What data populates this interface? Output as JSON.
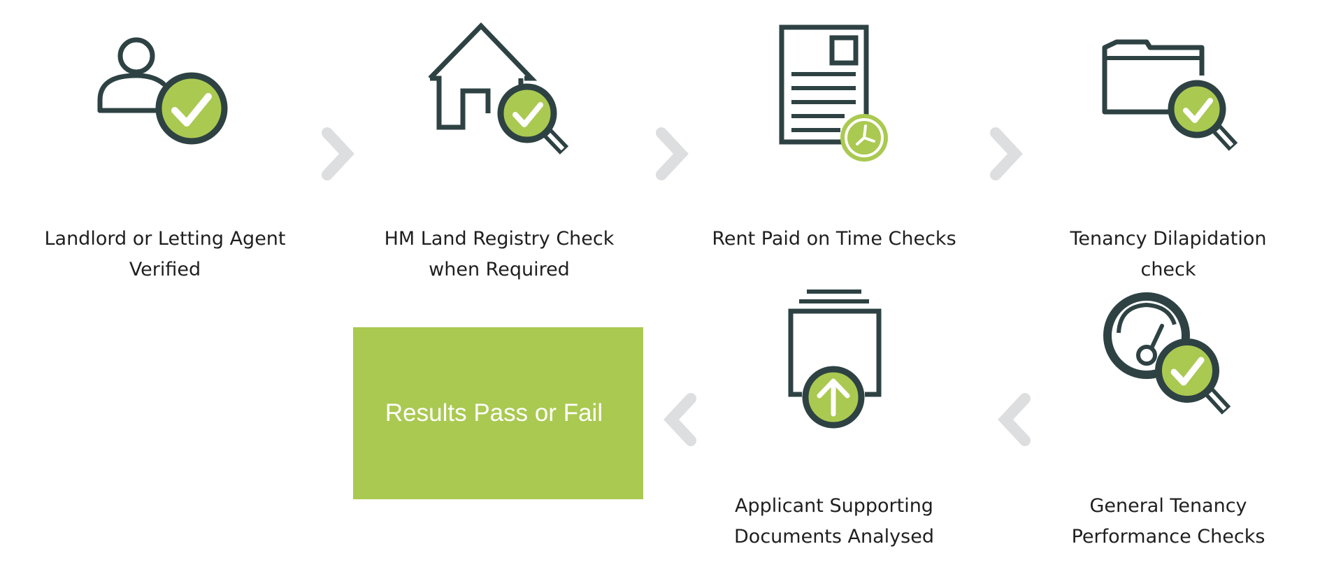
{
  "colors": {
    "icon_dark": "#2e4243",
    "accent_green": "#aac951",
    "arrow_gray": "#dddedf",
    "text": "#1f1f1f"
  },
  "steps": [
    {
      "line1": "Landlord or Letting Agent",
      "line2": "Verified",
      "icon": "user-check-icon"
    },
    {
      "line1": "HM Land Registry Check",
      "line2": "when Required",
      "icon": "house-search-icon"
    },
    {
      "line1": "Rent Paid on Time Checks",
      "line2": "",
      "icon": "document-clock-icon"
    },
    {
      "line1": "Tenancy Dilapidation",
      "line2": "check",
      "icon": "folder-search-icon"
    },
    {
      "line1": "General Tenancy",
      "line2": "Performance Checks",
      "icon": "gauge-search-icon"
    },
    {
      "line1": "Applicant Supporting",
      "line2": "Documents Analysed",
      "icon": "document-upload-icon"
    }
  ],
  "result": {
    "label": "Results Pass or Fail"
  }
}
